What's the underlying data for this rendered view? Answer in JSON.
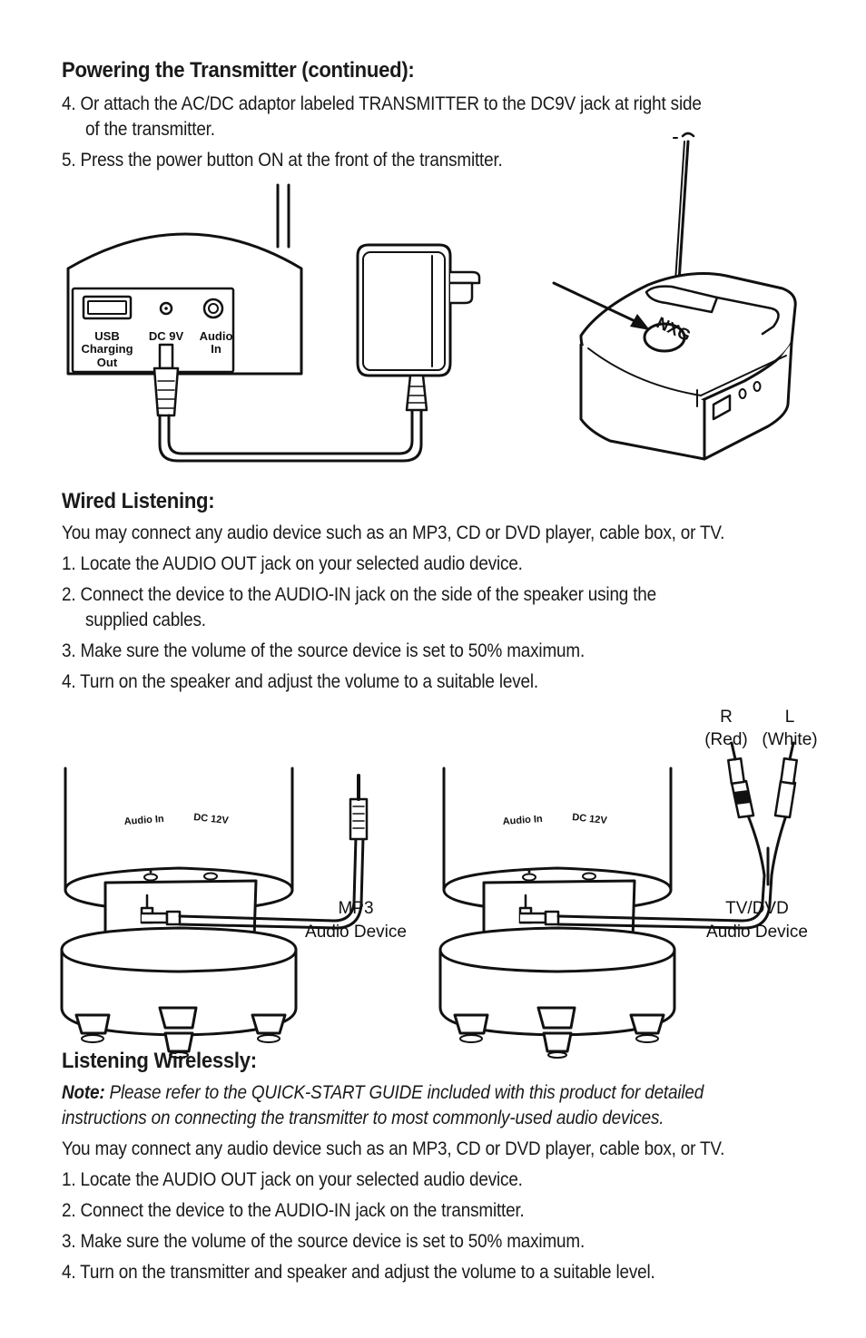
{
  "section1": {
    "title": "Powering the Transmitter (continued):",
    "step4_line1": "4. Or attach the AC/DC adaptor labeled TRANSMITTER to the DC9V jack at right side",
    "step4_line2": "of the transmitter.",
    "step5": "5. Press the power button ON at the front of the transmitter."
  },
  "figure1": {
    "usb_label_1": "USB",
    "usb_label_2": "Charging",
    "usb_label_3": "Out",
    "dc_label": "DC 9V",
    "audio_label_1": "Audio",
    "audio_label_2": "In",
    "brand": "NXG"
  },
  "section2": {
    "title": "Wired Listening:",
    "intro": "You may connect any audio device such as an MP3, CD or DVD player, cable box, or TV.",
    "step1": "1. Locate the AUDIO OUT jack on your selected audio device.",
    "step2_line1": "2. Connect the device to the AUDIO-IN jack on the side of the speaker using the",
    "step2_line2": "supplied cables.",
    "step3": "3. Make sure the volume of the source device is set to 50% maximum.",
    "step4": "4. Turn on the speaker and adjust the volume to a suitable level."
  },
  "figure2": {
    "audio_in": "Audio In",
    "dc12v": "DC 12V",
    "mp3_label_1": "MP3",
    "mp3_label_2": "Audio Device",
    "tv_label_1": "TV/DVD",
    "tv_label_2": "Audio Device",
    "r_label": "R",
    "r_color": "(Red)",
    "l_label": "L",
    "l_color": "(White)"
  },
  "section3": {
    "title": "Listening Wirelessly:",
    "note_label": "Note:",
    "note_line1": " Please refer to the QUICK-START GUIDE included with this product for detailed",
    "note_line2": "instructions on connecting the transmitter to most commonly-used audio devices.",
    "intro": "You may connect any audio device such as an MP3, CD or DVD player, cable box, or TV.",
    "step1": "1. Locate the AUDIO OUT jack on your selected audio device.",
    "step2": "2. Connect the device to the AUDIO-IN jack on the transmitter.",
    "step3": "3. Make sure the volume of the source device is set to 50% maximum.",
    "step4": "4. Turn on the transmitter and speaker and adjust the volume to a suitable level."
  }
}
